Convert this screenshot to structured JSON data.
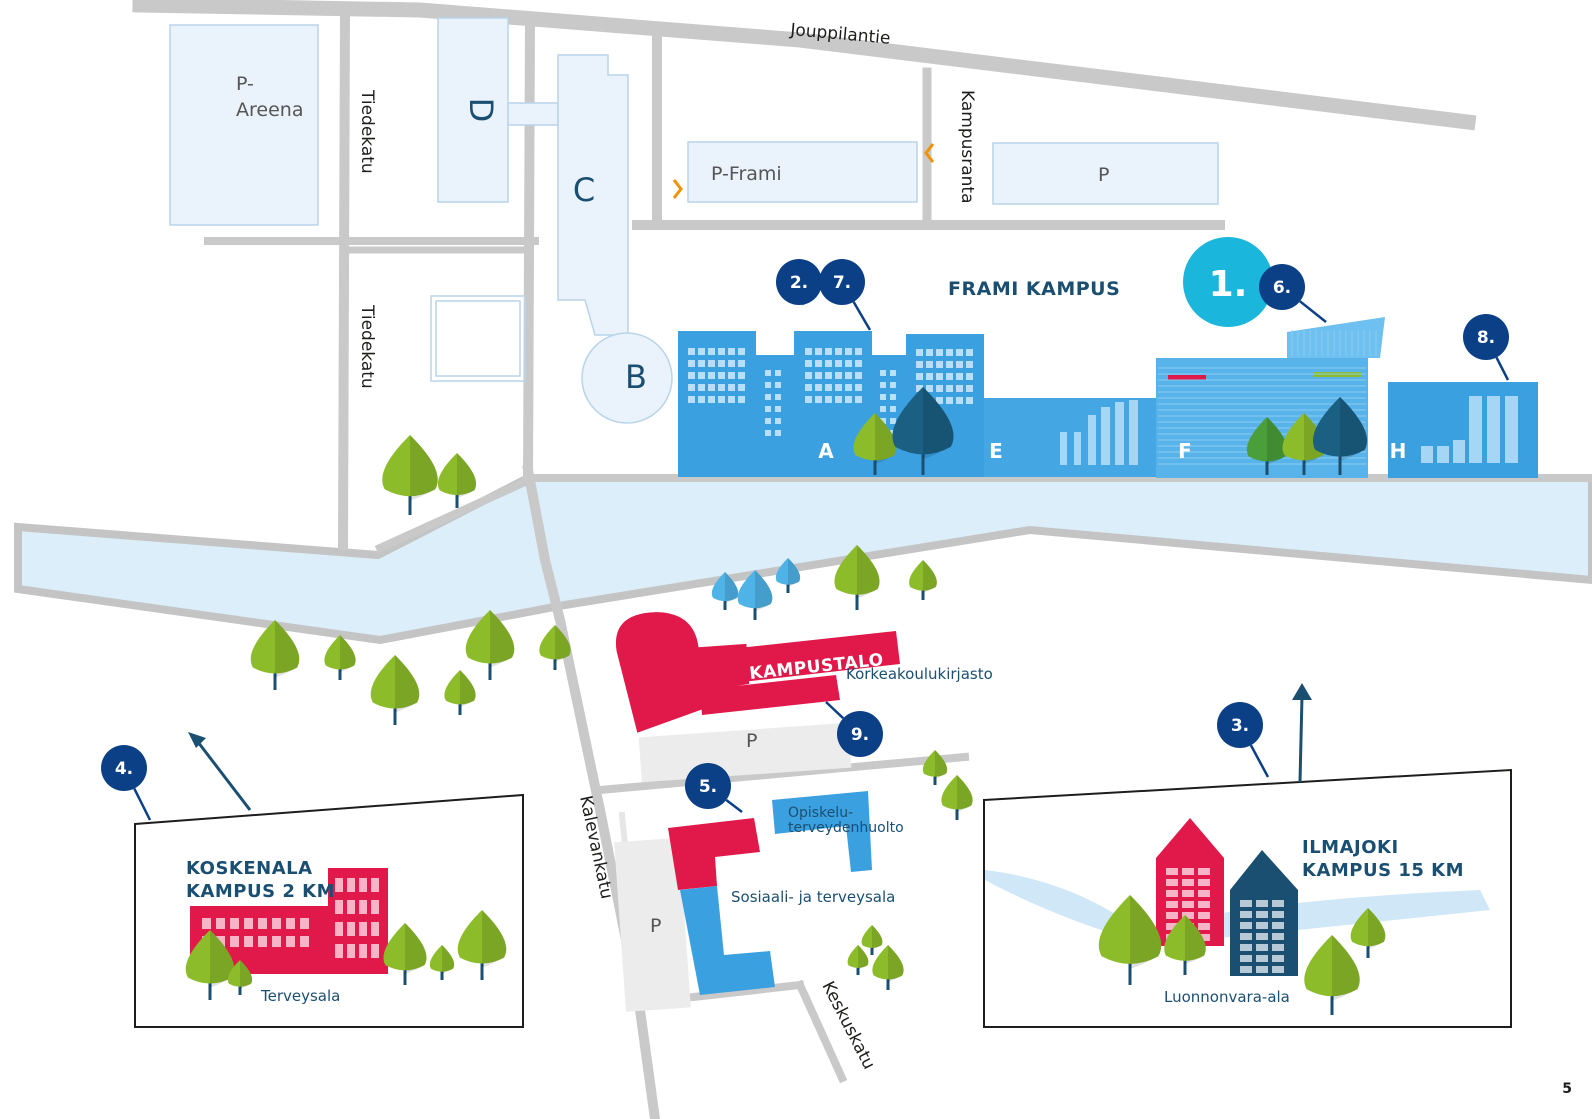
{
  "campus_title": "FRAMI KAMPUS",
  "streets": {
    "jouppilantie": "Jouppilantie",
    "tiedekatu": "Tiedekatu",
    "kampusranta": "Kampusranta",
    "kalevankatu": "Kalevankatu",
    "keskuskatu": "Keskuskatu"
  },
  "parking": {
    "areena_line1": "P-",
    "areena_line2": "Areena",
    "frami": "P-Frami",
    "east": "P",
    "kampustalo": "P",
    "south": "P"
  },
  "building_letters": [
    "A",
    "B",
    "C",
    "D",
    "E",
    "F",
    "H"
  ],
  "numbers": [
    "1.",
    "2.",
    "3.",
    "4.",
    "5.",
    "6.",
    "7.",
    "8.",
    "9."
  ],
  "kampustalo": {
    "title": "KAMPUSTALO",
    "library": "Korkeakoulukirjasto"
  },
  "health": {
    "line1": "Opiskelu-",
    "line2": "terveydenhuolto",
    "social": "Sosiaali- ja terveysala"
  },
  "koskenala": {
    "line1": "KOSKENALA",
    "line2": "KAMPUS 2 KM",
    "field": "Terveysala"
  },
  "ilmajoki": {
    "line1": "ILMAJOKI",
    "line2": "KAMPUS 15 KM",
    "field": "Luonnonvara-ala"
  },
  "page_number": "5",
  "colors": {
    "road": "#c9c9c9",
    "river": "#dbeef9",
    "building_blue": "#3aa0e0",
    "navy": "#0b3f86",
    "cyan": "#1ab6dc",
    "red": "#e0194a",
    "dark_teal": "#1b4f72",
    "tree_green": "#8cbc2a",
    "tree_dark": "#1b5f82"
  }
}
